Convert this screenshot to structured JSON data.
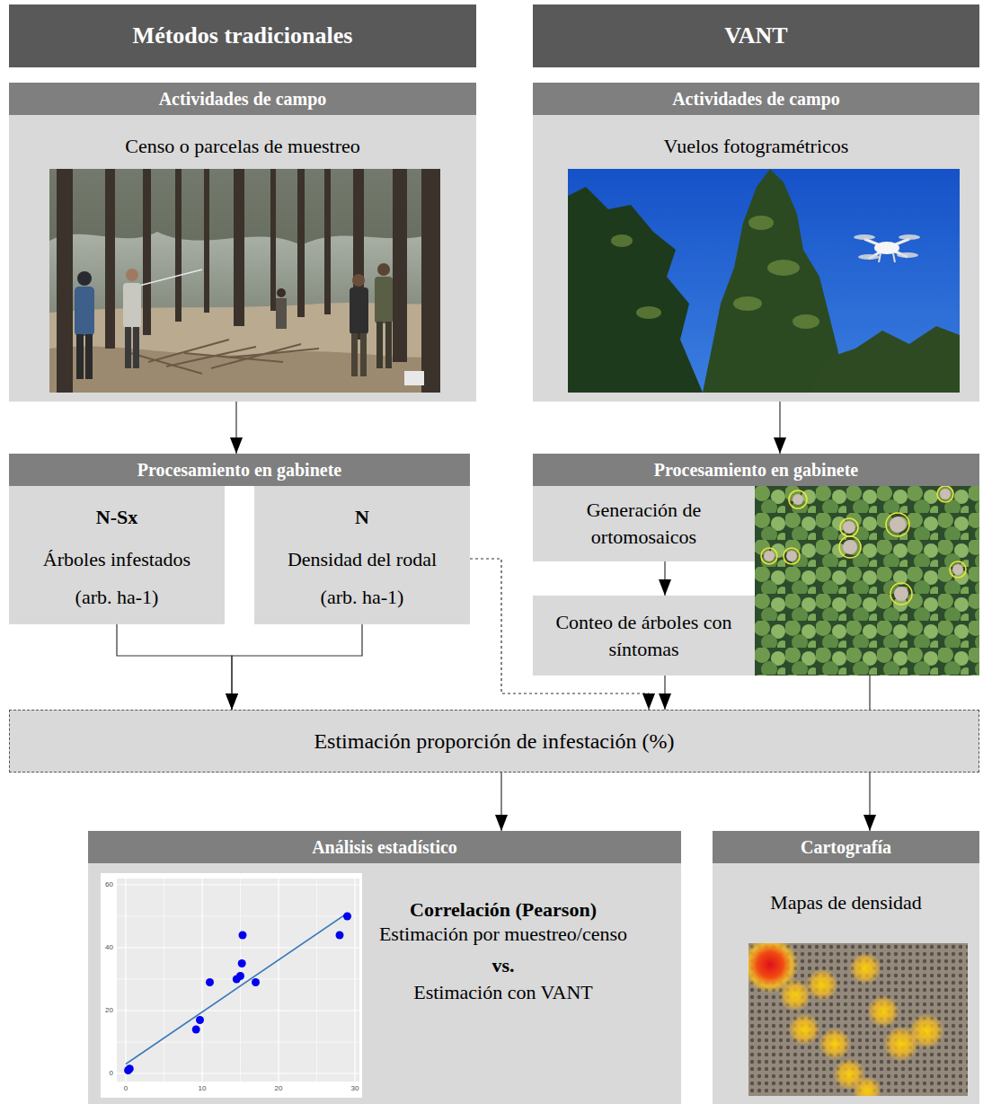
{
  "diagram": {
    "nodes": [
      {
        "text": [
          "Métodos tradicionales"
        ]
      },
      {
        "text": [
          "VANT"
        ]
      },
      {
        "text": [
          "Actividades de campo",
          "Censo o parcelas de muestreo"
        ]
      },
      {
        "text": [
          "Actividades de campo",
          "Vuelos fotogramétricos"
        ]
      },
      {
        "text": [
          "Procesamiento en gabinete"
        ]
      },
      {
        "text": [
          "N-Sx",
          "Árboles infestados (arb. ha-1)"
        ],
        "in": 4
      },
      {
        "text": [
          "N",
          "Densidad del rodal (arb. ha-1)"
        ],
        "in": 4
      },
      {
        "text": [
          "Procesamiento en gabinete"
        ]
      },
      {
        "text": [
          "Generación de ortomosaicos"
        ],
        "in": 7
      },
      {
        "text": [
          "Conteo de árboles con síntomas"
        ],
        "in": 7
      },
      {
        "text": [
          "Estimación proporción de infestación (%)"
        ]
      },
      {
        "text": [
          "Análisis estadístico",
          "Correlación (Pearson)",
          "Estimación por muestreo/censo",
          "vs.",
          "Estimación con VANT"
        ]
      },
      {
        "text": [
          "Cartografía",
          "Mapas de densidad"
        ]
      }
    ],
    "edges": [
      {
        "from": 2,
        "to": 4,
        "arrow": "to"
      },
      {
        "from": 3,
        "to": 7,
        "arrow": "to"
      },
      {
        "from": 8,
        "to": 9,
        "arrow": "to"
      },
      {
        "from": 5,
        "to": 10,
        "arrow": "to"
      },
      {
        "from": 6,
        "to": 10,
        "arrow": "to"
      },
      {
        "from": 6,
        "to": 10,
        "arrow": "to"
      },
      {
        "from": 9,
        "to": 10,
        "arrow": "to"
      },
      {
        "from": 10,
        "to": 11,
        "arrow": "to"
      },
      {
        "from": 10,
        "to": 12,
        "arrow": "to"
      }
    ],
    "labels": [
      "60",
      "40",
      "20",
      "0",
      "0",
      "10",
      "20",
      "30"
    ]
  }
}
